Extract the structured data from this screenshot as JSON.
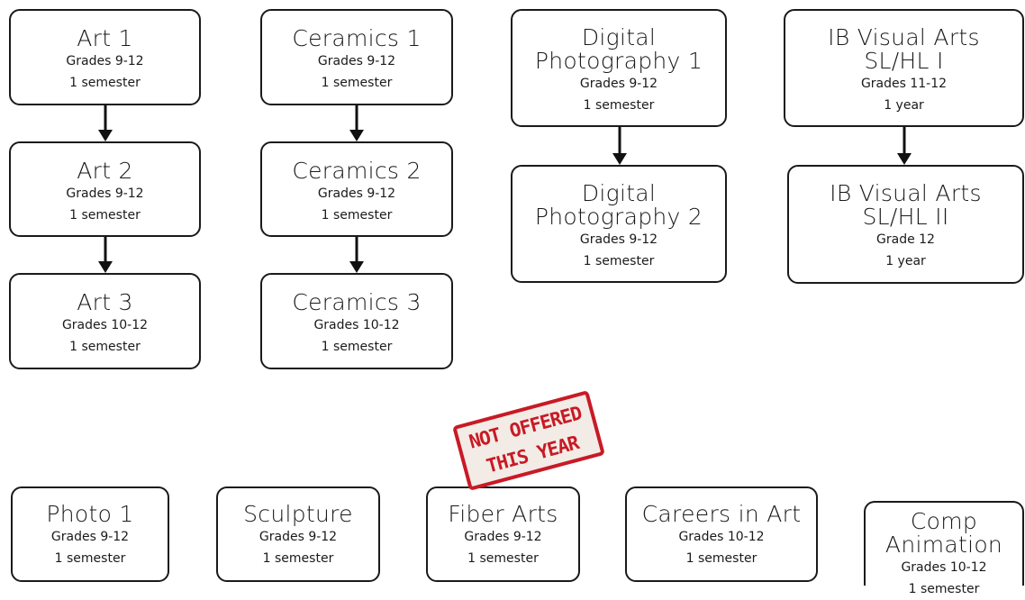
{
  "courses": {
    "art1": {
      "title": "Art 1",
      "grades": "Grades 9-12",
      "length": "1 semester"
    },
    "art2": {
      "title": "Art 2",
      "grades": "Grades 9-12",
      "length": "1 semester"
    },
    "art3": {
      "title": "Art 3",
      "grades": "Grades 10-12",
      "length": "1 semester"
    },
    "ceramics1": {
      "title": "Ceramics 1",
      "grades": "Grades 9-12",
      "length": "1 semester"
    },
    "ceramics2": {
      "title": "Ceramics 2",
      "grades": "Grades 9-12",
      "length": "1 semester"
    },
    "ceramics3": {
      "title": "Ceramics 3",
      "grades": "Grades 10-12",
      "length": "1 semester"
    },
    "photo1": {
      "title_line1": "Digital",
      "title_line2": "Photography 1",
      "grades": "Grades 9-12",
      "length": "1 semester"
    },
    "photo2": {
      "title_line1": "Digital",
      "title_line2": "Photography 2",
      "grades": "Grades 9-12",
      "length": "1 semester"
    },
    "ib1": {
      "title_line1": "IB Visual Arts",
      "title_line2": "SL/HL I",
      "grades": "Grades 11-12",
      "length": "1 year"
    },
    "ib2": {
      "title_line1": "IB Visual Arts",
      "title_line2": "SL/HL II",
      "grades": "Grade 12",
      "length": "1 year"
    },
    "photo": {
      "title": "Photo 1",
      "grades": "Grades 9-12",
      "length": "1 semester"
    },
    "sculpture": {
      "title": "Sculpture",
      "grades": "Grades 9-12",
      "length": "1 semester"
    },
    "fiber": {
      "title": "Fiber Arts",
      "grades": "Grades 9-12",
      "length": "1 semester"
    },
    "careers": {
      "title": "Careers in Art",
      "grades": "Grades 10-12",
      "length": "1 semester"
    },
    "anim": {
      "title_line1": "Comp",
      "title_line2": "Animation",
      "grades": "Grades 10-12",
      "length": "1 semester"
    }
  },
  "stamp": {
    "line1": "NOT OFFERED",
    "line2": "THIS YEAR",
    "color": "#c81a25"
  },
  "colors": {
    "border": "#1a1a1a",
    "arrow": "#111111"
  }
}
